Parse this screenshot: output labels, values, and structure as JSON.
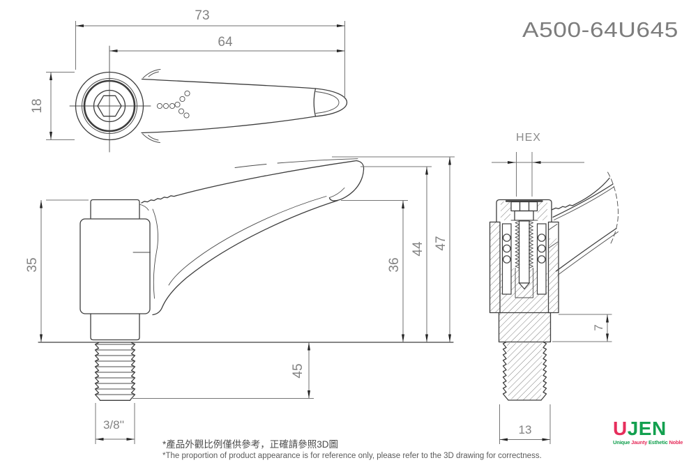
{
  "title": "A500-64U645",
  "top_view": {
    "dim_overall_length": "73",
    "dim_lever_length": "64",
    "dim_boss_diameter": "18"
  },
  "front_view": {
    "dim_body_height": "35",
    "dim_hook_height": "36",
    "dim_handle_end_height": "44",
    "dim_overall_height": "47",
    "dim_thread_length": "45",
    "dim_thread_size": "3/8''"
  },
  "section_view": {
    "label_hex": "HEX",
    "dim_step_height": "7",
    "dim_base_width": "13"
  },
  "notes": {
    "line_zh": "*產品外觀比例僅供參考，正確請參照3D圖",
    "line_en": "*The proportion of product appearance is for reference only, please refer to the 3D drawing for correctness."
  },
  "logo": {
    "word_u": "U",
    "word_jen": "JEN",
    "tagline_unique": "Unique ",
    "tagline_jaunty": "Jaunty ",
    "tagline_esthetic": "Esthetic ",
    "tagline_noble": "Noble"
  },
  "colors": {
    "accent_pink": "#e62e5c",
    "accent_green": "#13a04f",
    "line_dark": "#3d3d3d",
    "line_dim": "#6f6f6f",
    "text_dim": "#828282",
    "background": "#ffffff"
  }
}
